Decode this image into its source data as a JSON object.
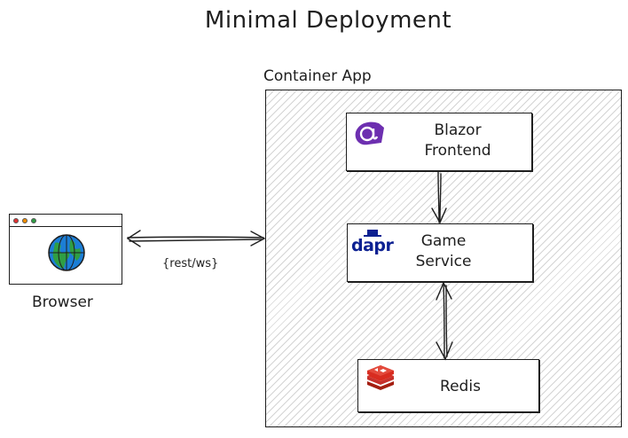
{
  "title": "Minimal Deployment",
  "container": {
    "label": "Container App"
  },
  "browser": {
    "label": "Browser",
    "icon": "globe-icon"
  },
  "edges": {
    "browser_container_label": "{rest/ws}"
  },
  "services": {
    "blazor": {
      "line1": "Blazor",
      "line2": "Frontend",
      "icon": "blazor-icon"
    },
    "game": {
      "line1": "Game",
      "line2": "Service",
      "icon_text": "dapr",
      "icon": "dapr-icon"
    },
    "redis": {
      "line1": "Redis",
      "icon": "redis-icon"
    }
  },
  "colors": {
    "stroke": "#1e1e1e",
    "blazor_purple": "#5c2d91",
    "dapr_blue": "#0d2192",
    "redis_red": "#d82c20",
    "globe_blue": "#1c7ed6",
    "globe_green": "#2f9e44"
  }
}
